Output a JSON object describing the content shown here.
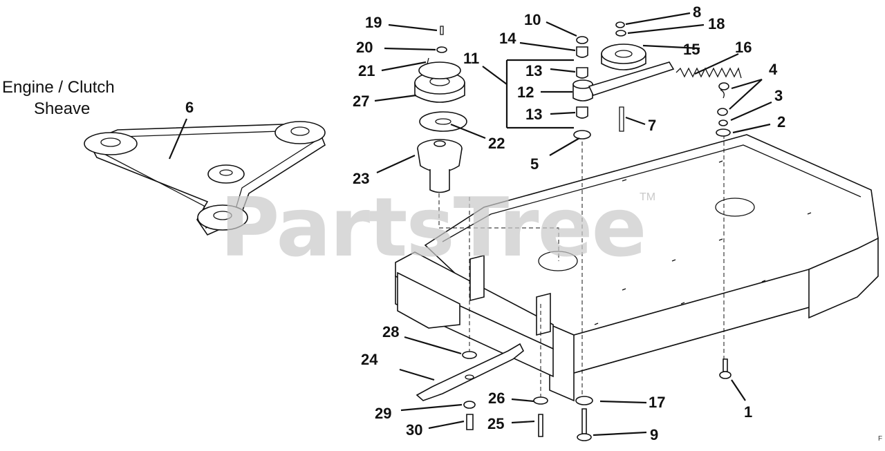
{
  "watermark": {
    "text": "PartsTree",
    "trademark": "TM"
  },
  "labels": {
    "engine_clutch_line1": "Engine / Clutch",
    "engine_clutch_line2": "Sheave"
  },
  "callouts": {
    "c1": "1",
    "c2": "2",
    "c3": "3",
    "c4": "4",
    "c5": "5",
    "c6": "6",
    "c7": "7",
    "c8": "8",
    "c9": "9",
    "c10": "10",
    "c11": "11",
    "c12": "12",
    "c13a": "13",
    "c13b": "13",
    "c14": "14",
    "c15": "15",
    "c16": "16",
    "c17": "17",
    "c18": "18",
    "c19": "19",
    "c20": "20",
    "c21": "21",
    "c22": "22",
    "c23": "23",
    "c24": "24",
    "c25": "25",
    "c26": "26",
    "c27": "27",
    "c28": "28",
    "c29": "29",
    "c30": "30"
  },
  "corner_mark": "F"
}
